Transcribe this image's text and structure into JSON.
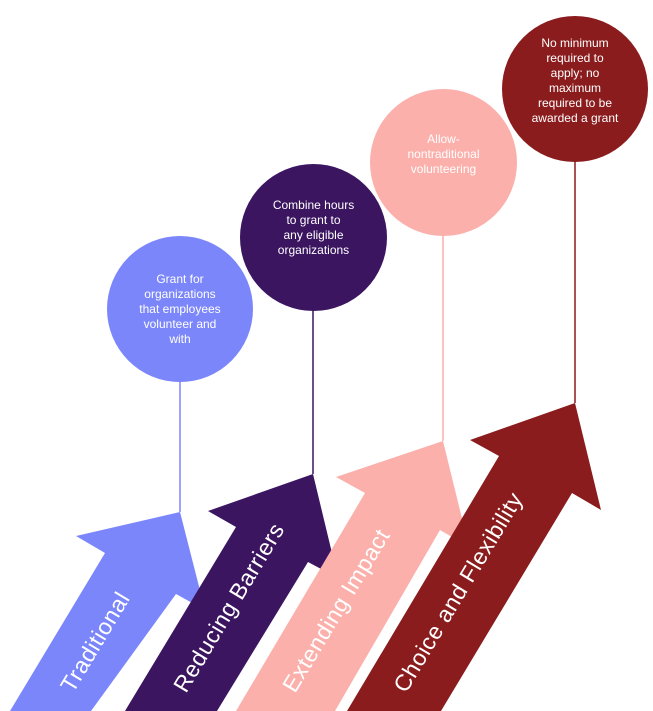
{
  "colors": {
    "traditional": "#7b86fb",
    "reducing_barriers": "#3b1560",
    "extending_impact": "#fbb0ab",
    "choice_and_flexibility": "#8b1c1d",
    "background": "#ffffff"
  },
  "stages": [
    {
      "label": "Traditional",
      "bubble_text": "Grant for\norganizations\nthat employees\nvolunteer and\nwith"
    },
    {
      "label": "Reducing Barriers",
      "bubble_text": "Combine hours\nto grant to\nany eligible\norganizations"
    },
    {
      "label": "Extending Impact",
      "bubble_text": "Allow-\nnontraditional\nvolunteering"
    },
    {
      "label": "Choice and Flexibility",
      "bubble_text": "No minimum\nrequired to\napply; no\nmaximum\nrequired to be\nawarded a grant"
    }
  ]
}
